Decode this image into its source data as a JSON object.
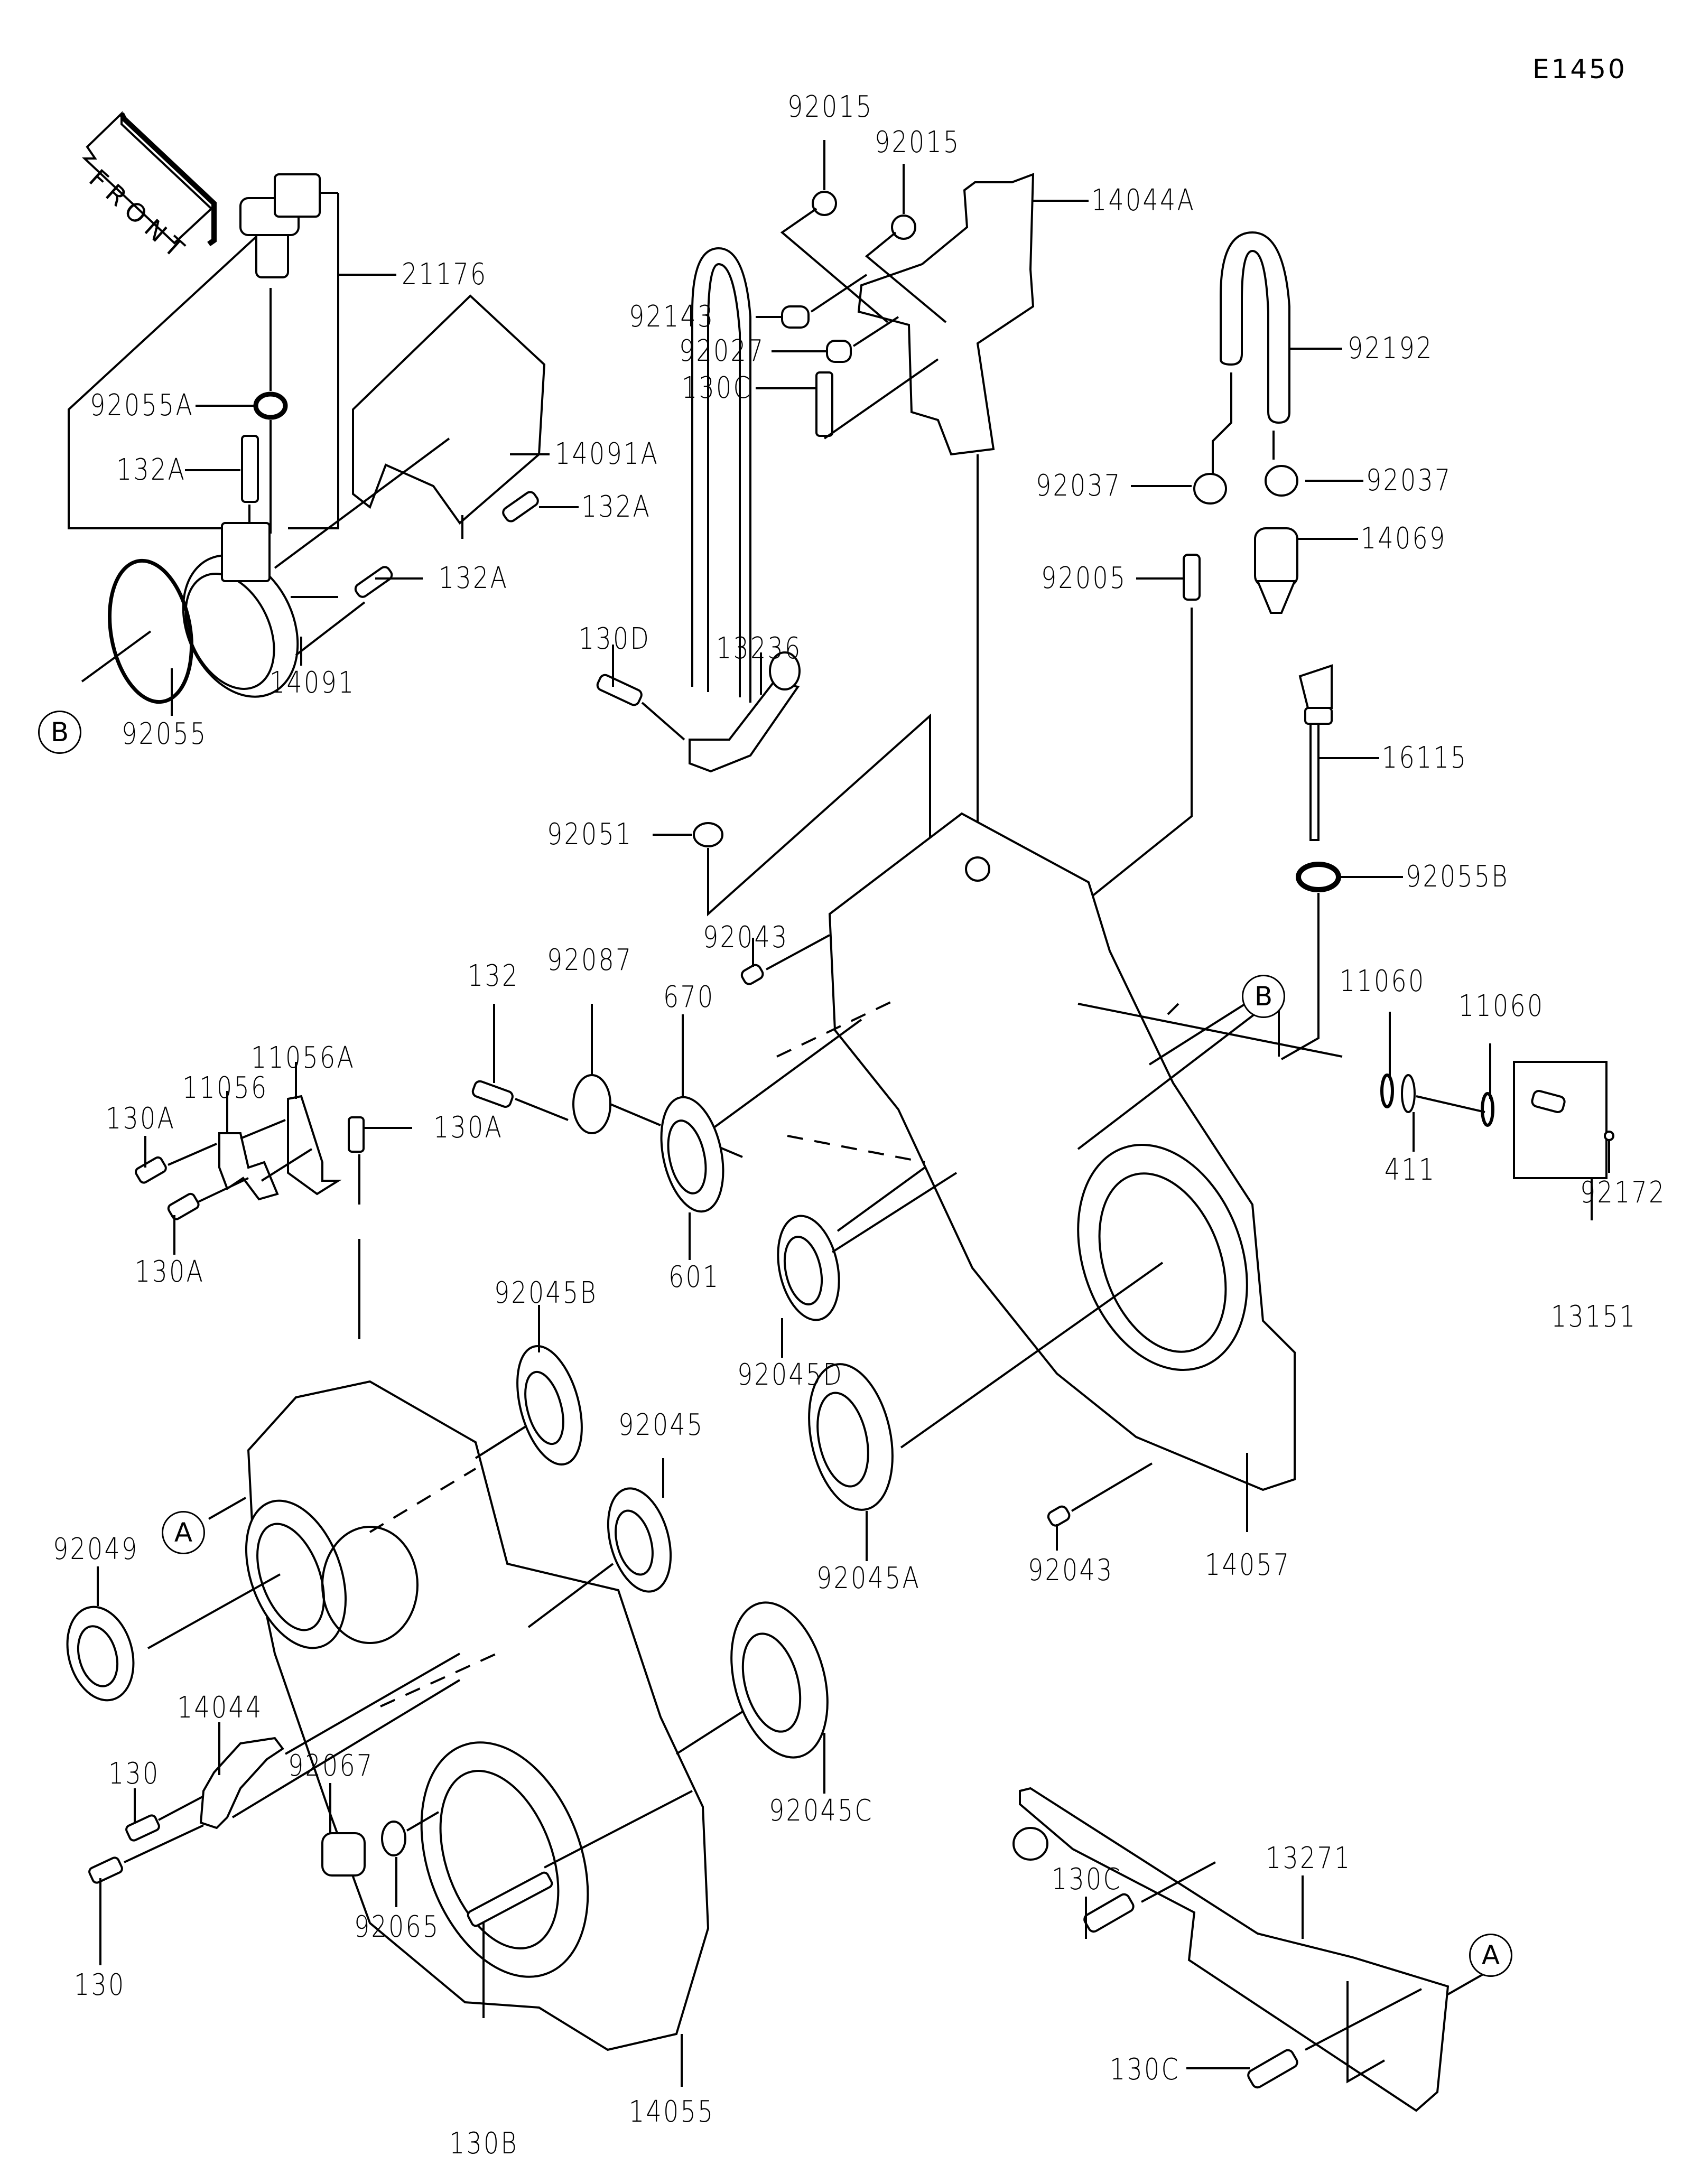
{
  "diagram": {
    "id": "E1450",
    "front_indicator": "FRONT",
    "reference_markers": [
      "A",
      "B"
    ],
    "callouts": {
      "p92015_a": "92015",
      "p92015_b": "92015",
      "p14044A": "14044A",
      "p21176": "21176",
      "p92055A": "92055A",
      "p14091A": "14091A",
      "p132A_1": "132A",
      "p132A_2": "132A",
      "p132A_3": "132A",
      "p14091": "14091",
      "p92055": "92055",
      "p92143": "92143",
      "p92027": "92027",
      "p130C_top": "130C",
      "p92192": "92192",
      "p92037_l": "92037",
      "p92037_r": "92037",
      "p14069": "14069",
      "p92005": "92005",
      "p16115": "16115",
      "p92055B": "92055B",
      "p130D": "130D",
      "p13236": "13236",
      "p92051": "92051",
      "p92043_top": "92043",
      "p132": "132",
      "p92087": "92087",
      "p670": "670",
      "p11060_l": "11060",
      "p11060_r": "11060",
      "p411": "411",
      "p92172": "92172",
      "p13151": "13151",
      "p11056A": "11056A",
      "p11056": "11056",
      "p130A_1": "130A",
      "p130A_2": "130A",
      "p130A_3": "130A",
      "p601": "601",
      "p92045B": "92045B",
      "p92045D": "92045D",
      "p92045": "92045",
      "p92045A": "92045A",
      "p92049": "92049",
      "p92043_bot": "92043",
      "p14057": "14057",
      "p14044": "14044",
      "p130_1": "130",
      "p130_2": "130",
      "p92067": "92067",
      "p92065": "92065",
      "p130B": "130B",
      "p14055": "14055",
      "p92045C": "92045C",
      "p13271": "13271",
      "p130C_1": "130C",
      "p130C_2": "130C"
    }
  }
}
